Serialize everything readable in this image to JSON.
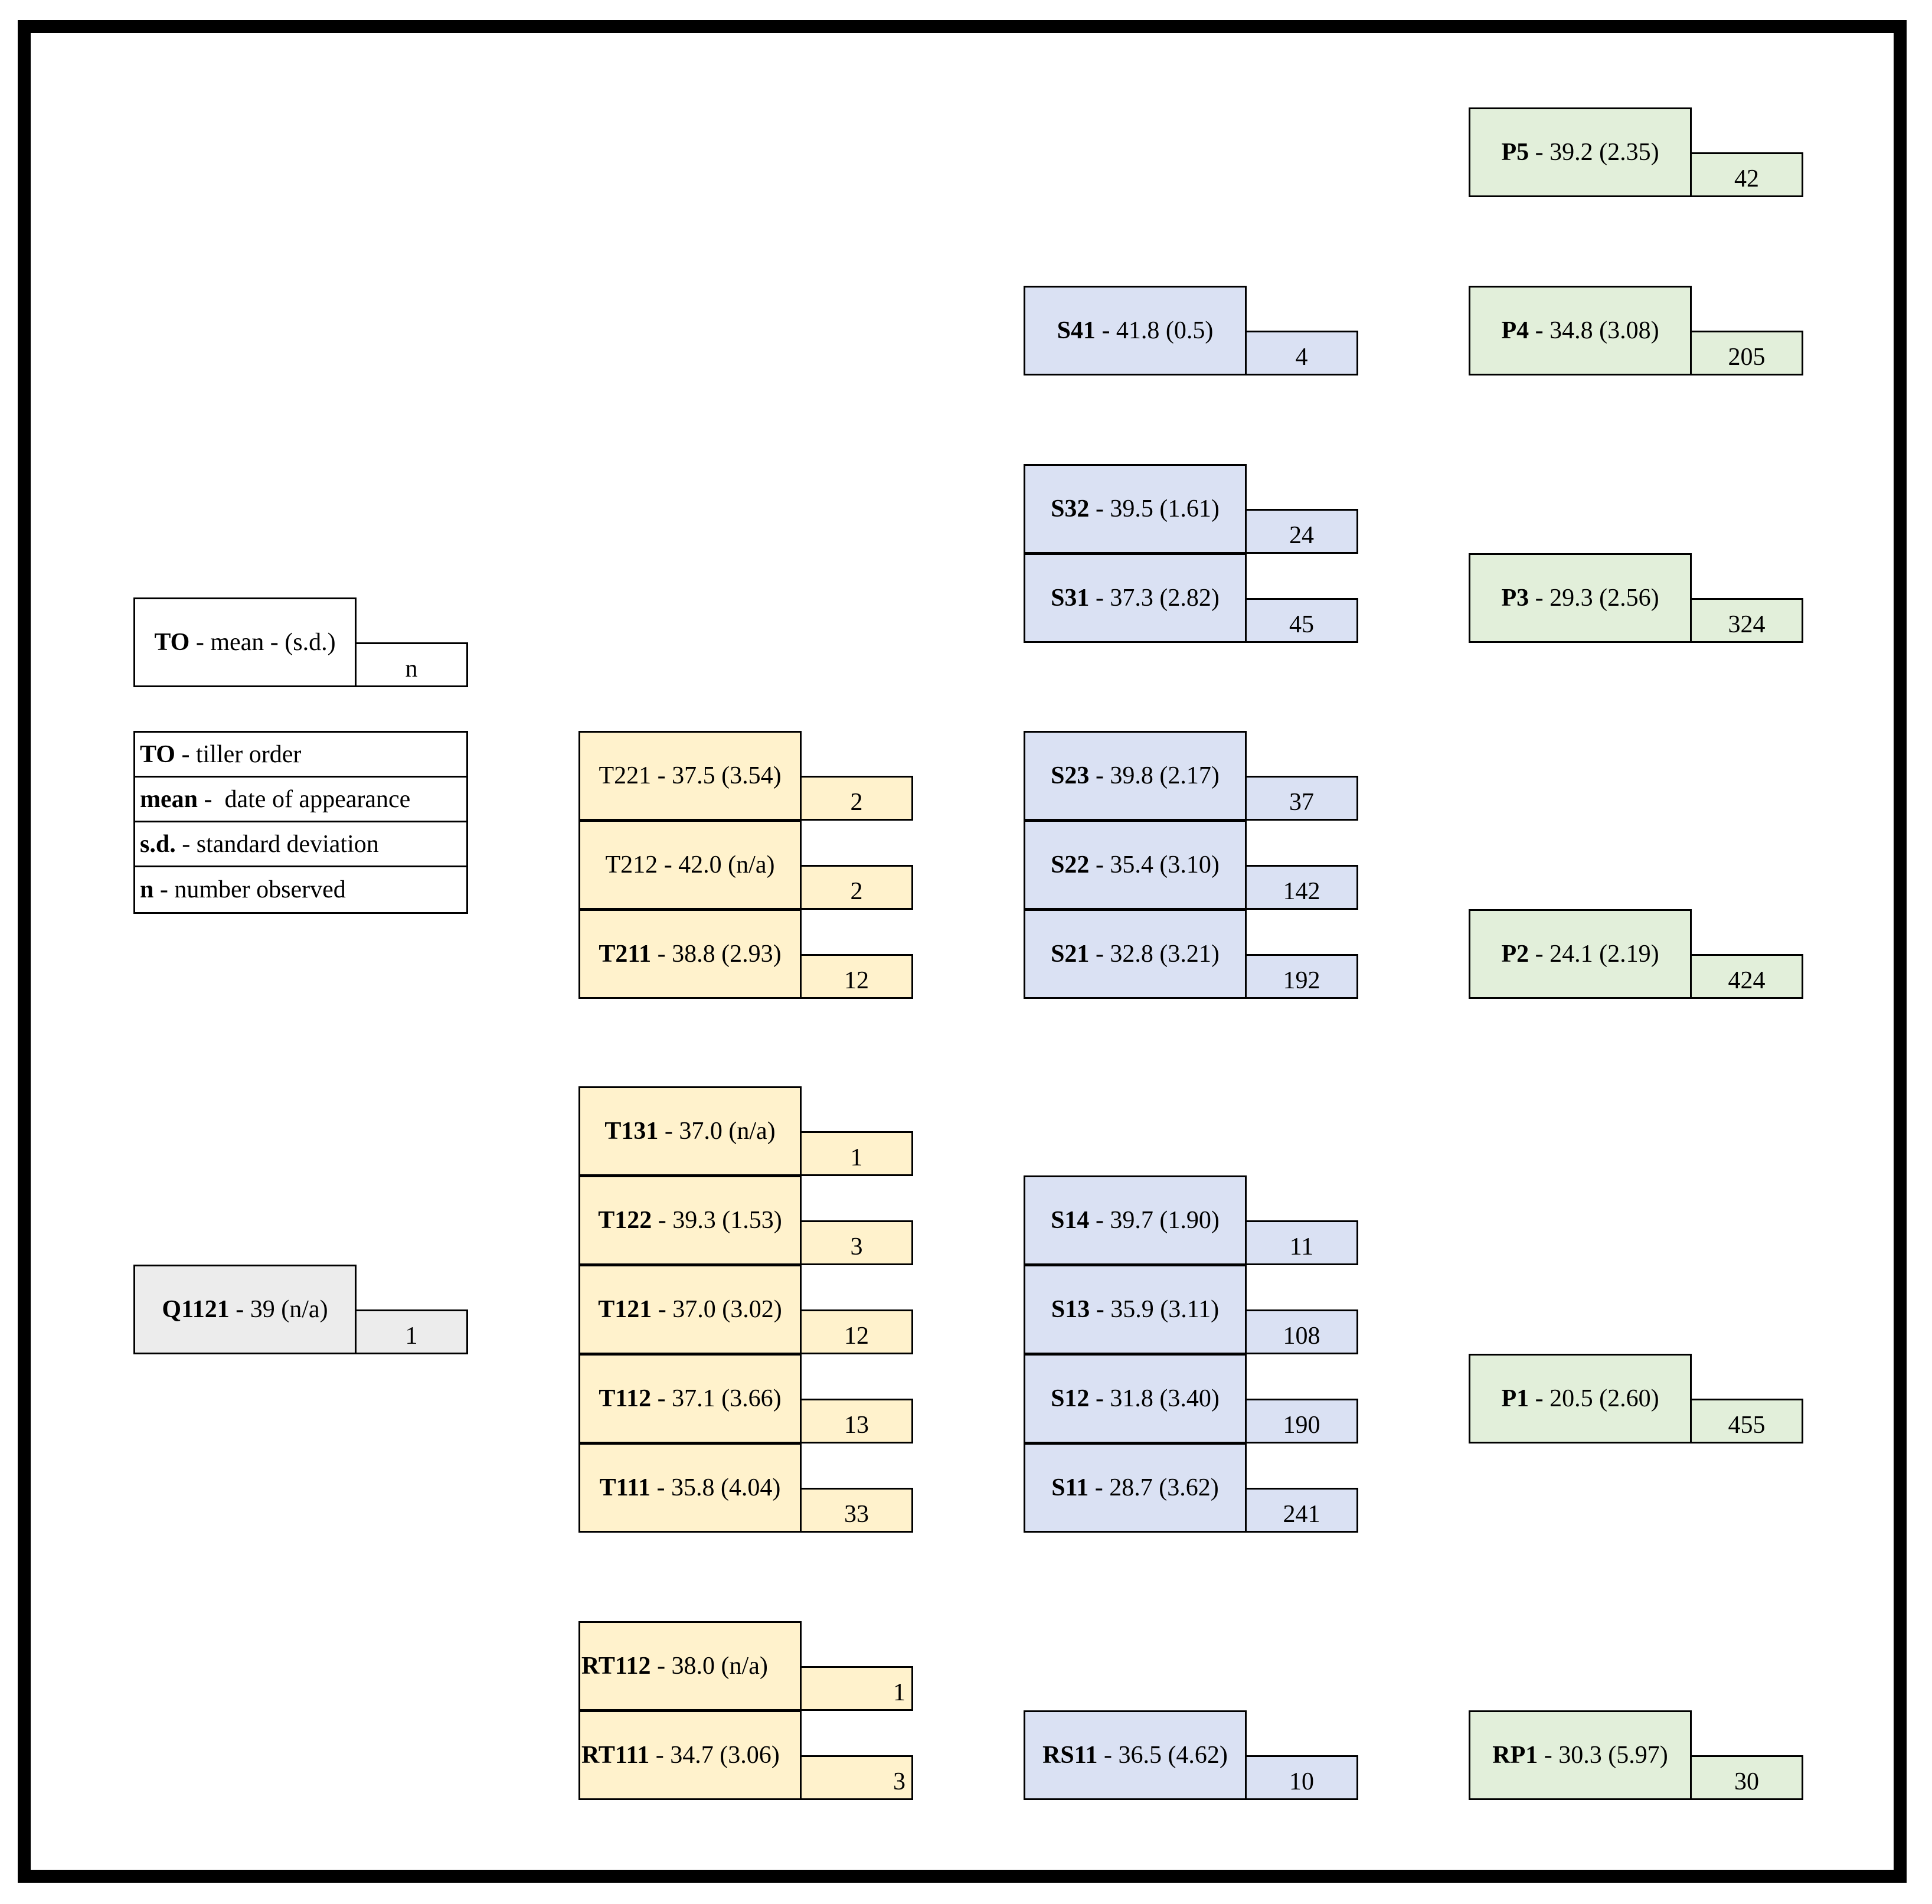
{
  "colors": {
    "quaternary": "#ececec",
    "tertiary": "#fff2cc",
    "secondary": "#dae1f3",
    "primary": "#e2efda",
    "key": "#ffffff",
    "border": "#000000"
  },
  "key_box": {
    "id": "TO",
    "mean": " - mean - (s.d.)",
    "n": "n"
  },
  "legend": [
    {
      "term": "TO",
      "desc": " - tiller order"
    },
    {
      "term": "mean",
      "desc": " -  date of appearance"
    },
    {
      "term": "s.d.",
      "desc": " - standard deviation"
    },
    {
      "term": "n",
      "desc": " - number observed"
    }
  ],
  "nodes": {
    "Q1121": {
      "id": "Q1121",
      "stat": " - 39 (n/a)",
      "n": "1"
    },
    "T221": {
      "id": "T221",
      "stat": " - 37.5 (3.54)",
      "n": "2"
    },
    "T212": {
      "id": "T212",
      "stat": " - 42.0 (n/a)",
      "n": "2"
    },
    "T211": {
      "id": "T211",
      "stat": " - 38.8 (2.93)",
      "n": "12"
    },
    "T131": {
      "id": "T131",
      "stat": " - 37.0 (n/a)",
      "n": "1"
    },
    "T122": {
      "id": "T122",
      "stat": " - 39.3 (1.53)",
      "n": "3"
    },
    "T121": {
      "id": "T121",
      "stat": " - 37.0 (3.02)",
      "n": "12"
    },
    "T112": {
      "id": "T112",
      "stat": " - 37.1 (3.66)",
      "n": "13"
    },
    "T111": {
      "id": "T111",
      "stat": " - 35.8 (4.04)",
      "n": "33"
    },
    "RT112": {
      "id": "RT112",
      "stat": " - 38.0 (n/a)",
      "n": "1"
    },
    "RT111": {
      "id": "RT111",
      "stat": " - 34.7 (3.06)",
      "n": "3"
    },
    "S41": {
      "id": "S41",
      "stat": " - 41.8 (0.5)",
      "n": "4"
    },
    "S32": {
      "id": "S32",
      "stat": " - 39.5 (1.61)",
      "n": "24"
    },
    "S31": {
      "id": "S31",
      "stat": " - 37.3 (2.82)",
      "n": "45"
    },
    "S23": {
      "id": "S23",
      "stat": " - 39.8 (2.17)",
      "n": "37"
    },
    "S22": {
      "id": "S22",
      "stat": " - 35.4 (3.10)",
      "n": "142"
    },
    "S21": {
      "id": "S21",
      "stat": " - 32.8 (3.21)",
      "n": "192"
    },
    "S14": {
      "id": "S14",
      "stat": " - 39.7 (1.90)",
      "n": "11"
    },
    "S13": {
      "id": "S13",
      "stat": " - 35.9 (3.11)",
      "n": "108"
    },
    "S12": {
      "id": "S12",
      "stat": " - 31.8 (3.40)",
      "n": "190"
    },
    "S11": {
      "id": "S11",
      "stat": " - 28.7 (3.62)",
      "n": "241"
    },
    "RS11": {
      "id": "RS11",
      "stat": " - 36.5 (4.62)",
      "n": "10"
    },
    "P5": {
      "id": "P5",
      "stat": " - 39.2 (2.35)",
      "n": "42"
    },
    "P4": {
      "id": "P4",
      "stat": " - 34.8 (3.08)",
      "n": "205"
    },
    "P3": {
      "id": "P3",
      "stat": " - 29.3 (2.56)",
      "n": "324"
    },
    "P2": {
      "id": "P2",
      "stat": " - 24.1 (2.19)",
      "n": "424"
    },
    "P1": {
      "id": "P1",
      "stat": " - 20.5 (2.60)",
      "n": "455"
    },
    "RP1": {
      "id": "RP1",
      "stat": " - 30.3 (5.97)",
      "n": "30"
    }
  }
}
